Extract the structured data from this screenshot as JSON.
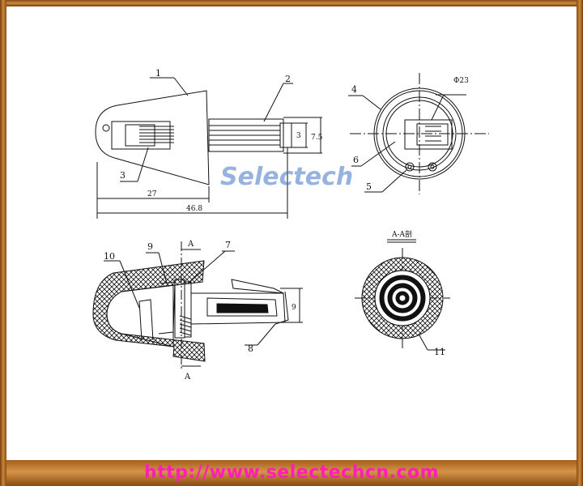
{
  "watermark": "Selectech",
  "footer_url": "http://www.selectechcn.com",
  "callouts": {
    "c1": "1",
    "c2": "2",
    "c3": "3",
    "c4": "4",
    "c5": "5",
    "c6": "6",
    "c7": "7",
    "c8": "8",
    "c9": "9",
    "c10": "10",
    "c11": "11"
  },
  "dimensions": {
    "len27": "27",
    "len46": "46.8",
    "d3": "3",
    "d75": "7.5",
    "phi23": "Φ23",
    "h9": "9"
  },
  "section": {
    "marker_a": "A",
    "title": "A-A剖"
  },
  "colors": {
    "line": "#111111",
    "accent_frame": "#c98a3e",
    "url": "#ff1fb4",
    "watermark": "#3f74c4"
  }
}
